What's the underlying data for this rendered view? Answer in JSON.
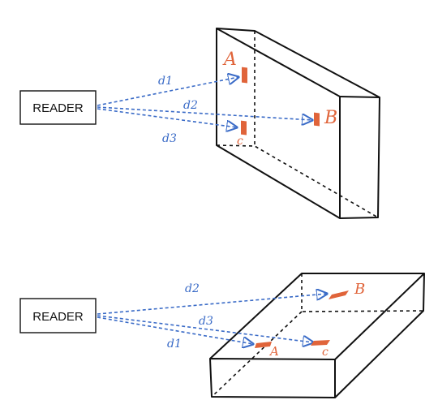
{
  "colors": {
    "ink": "#111111",
    "ray": "#3a6bc7",
    "tag": "#e0643a",
    "background": "#ffffff"
  },
  "top_diagram": {
    "reader_label": "READER",
    "tags": {
      "a": "A",
      "b": "B",
      "c": "c"
    },
    "distances": {
      "d1": "d1",
      "d2": "d2",
      "d3": "d3"
    }
  },
  "bottom_diagram": {
    "reader_label": "READER",
    "tags": {
      "a": "A",
      "b": "B",
      "c": "c"
    },
    "distances": {
      "d1": "d1",
      "d2": "d2",
      "d3": "d3"
    }
  }
}
